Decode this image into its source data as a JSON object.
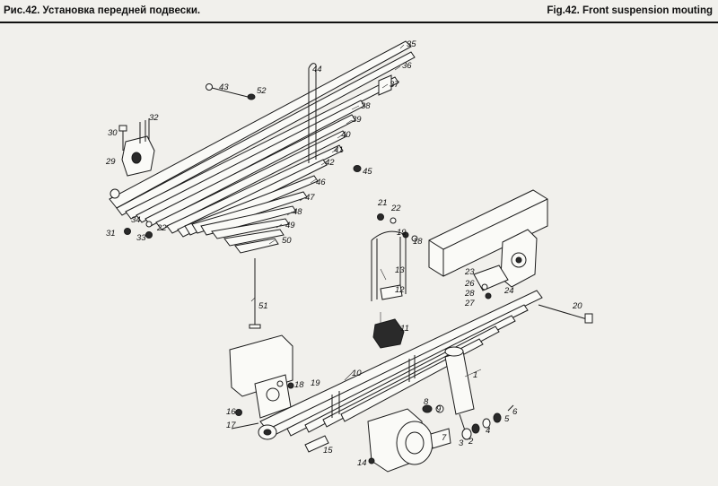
{
  "header": {
    "title_ru": "Рис.42. Установка передней подвески.",
    "title_en": "Fig.42. Front suspension mouting"
  },
  "callouts": [
    {
      "id": "c1",
      "text": "1"
    },
    {
      "id": "c2",
      "text": "2"
    },
    {
      "id": "c3",
      "text": "3"
    },
    {
      "id": "c4",
      "text": "4"
    },
    {
      "id": "c5",
      "text": "5"
    },
    {
      "id": "c6",
      "text": "6"
    },
    {
      "id": "c7",
      "text": "7"
    },
    {
      "id": "c8",
      "text": "8"
    },
    {
      "id": "c9",
      "text": "9"
    },
    {
      "id": "c10",
      "text": "10"
    },
    {
      "id": "c11",
      "text": "11"
    },
    {
      "id": "c12",
      "text": "12"
    },
    {
      "id": "c13",
      "text": "13"
    },
    {
      "id": "c14",
      "text": "14"
    },
    {
      "id": "c15",
      "text": "15"
    },
    {
      "id": "c16",
      "text": "16"
    },
    {
      "id": "c17",
      "text": "17"
    },
    {
      "id": "c18a",
      "text": "18"
    },
    {
      "id": "c19a",
      "text": "19"
    },
    {
      "id": "c18b",
      "text": "18"
    },
    {
      "id": "c19b",
      "text": "19"
    },
    {
      "id": "c20",
      "text": "20"
    },
    {
      "id": "c21",
      "text": "21"
    },
    {
      "id": "c22a",
      "text": "22"
    },
    {
      "id": "c23",
      "text": "23"
    },
    {
      "id": "c24",
      "text": "24"
    },
    {
      "id": "c26",
      "text": "26"
    },
    {
      "id": "c27",
      "text": "27"
    },
    {
      "id": "c28",
      "text": "28"
    },
    {
      "id": "c29",
      "text": "29"
    },
    {
      "id": "c30",
      "text": "30"
    },
    {
      "id": "c31",
      "text": "31"
    },
    {
      "id": "c32",
      "text": "32"
    },
    {
      "id": "c33",
      "text": "33"
    },
    {
      "id": "c34",
      "text": "34"
    },
    {
      "id": "c22b",
      "text": "22"
    },
    {
      "id": "c35",
      "text": "35"
    },
    {
      "id": "c36",
      "text": "36"
    },
    {
      "id": "c37",
      "text": "37"
    },
    {
      "id": "c38",
      "text": "38"
    },
    {
      "id": "c39",
      "text": "39"
    },
    {
      "id": "c40",
      "text": "40"
    },
    {
      "id": "c41",
      "text": "41"
    },
    {
      "id": "c42",
      "text": "42"
    },
    {
      "id": "c43",
      "text": "43"
    },
    {
      "id": "c44",
      "text": "44"
    },
    {
      "id": "c45",
      "text": "45"
    },
    {
      "id": "c46",
      "text": "46"
    },
    {
      "id": "c47",
      "text": "47"
    },
    {
      "id": "c48",
      "text": "48"
    },
    {
      "id": "c49",
      "text": "49"
    },
    {
      "id": "c50",
      "text": "50"
    },
    {
      "id": "c51",
      "text": "51"
    },
    {
      "id": "c52",
      "text": "52"
    }
  ]
}
